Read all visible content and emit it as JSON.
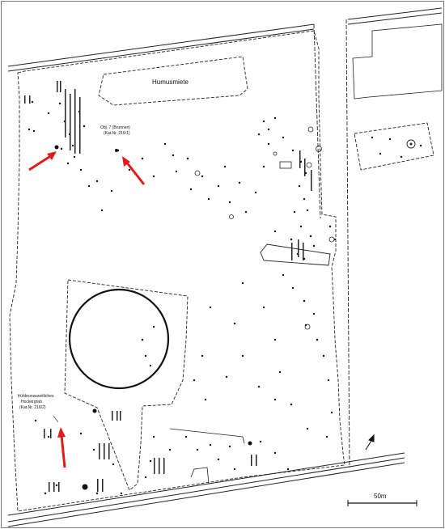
{
  "map": {
    "labels": {
      "humus": "Humusmiete",
      "obj7_line1": "Obj. 7 (Brunnen)",
      "obj7_line2": "(Kat.Nr. 216/1)",
      "grave_line1": "frühbronzezeitliches",
      "grave_line2": "Hockergrab",
      "grave_line3": "(Kat.Nr. 216/2)",
      "scale": "50m"
    },
    "arrow_color": "#e11b1b",
    "line_color": "#111111"
  }
}
